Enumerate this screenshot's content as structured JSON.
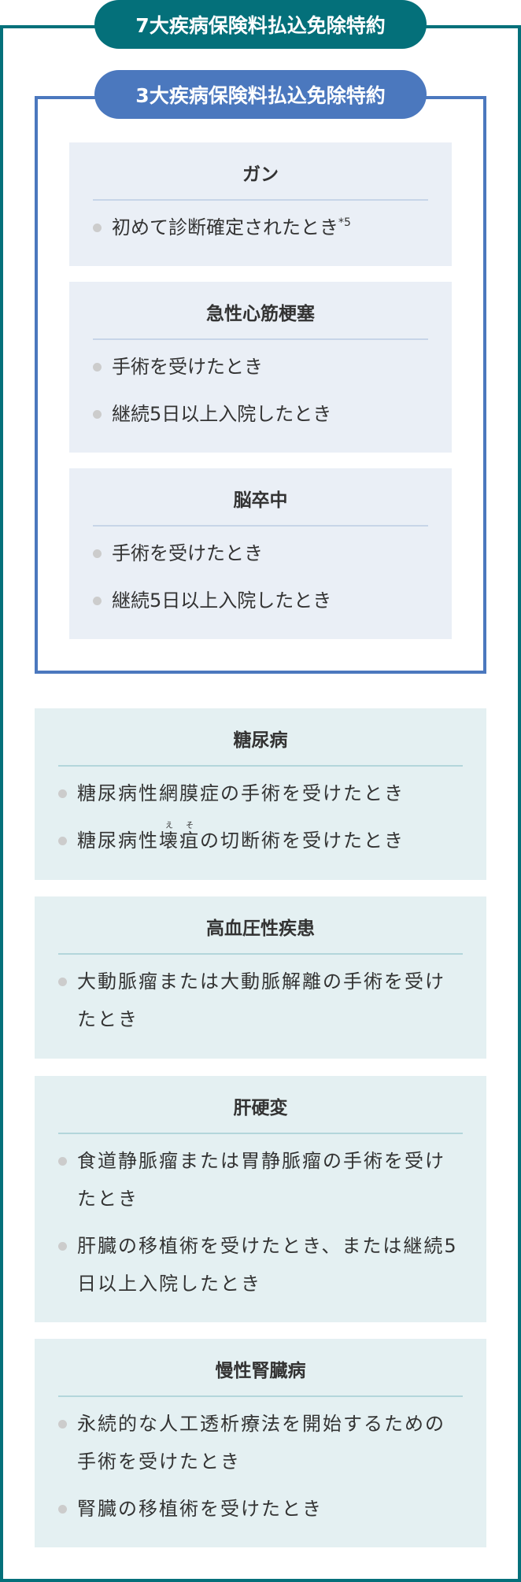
{
  "outer_section": {
    "title": "7大疾病保険料払込免除特約",
    "color": "#04707a"
  },
  "inner_section": {
    "title": "3大疾病保険料払込免除特約",
    "color": "#4b78be",
    "cards": [
      {
        "title": "ガン",
        "items": [
          {
            "text": "初めて診断確定されたとき",
            "superscript": "*5"
          }
        ]
      },
      {
        "title": "急性心筋梗塞",
        "items": [
          {
            "text": "手術を受けたとき"
          },
          {
            "text": "継続5日以上入院したとき"
          }
        ]
      },
      {
        "title": "脳卒中",
        "items": [
          {
            "text": "手術を受けたとき"
          },
          {
            "text": "継続5日以上入院したとき"
          }
        ]
      }
    ]
  },
  "additional_cards": [
    {
      "title": "糖尿病",
      "items": [
        {
          "text": "糖尿病性網膜症の手術を受けたとき"
        },
        {
          "prefix": "糖尿病性",
          "ruby": [
            {
              "base": "壊",
              "rt": "え"
            },
            {
              "base": "疽",
              "rt": "そ"
            }
          ],
          "suffix": "の切断術を受けたとき"
        }
      ]
    },
    {
      "title": "高血圧性疾患",
      "items": [
        {
          "text": "大動脈瘤または大動脈解離の手術を受けたとき"
        }
      ]
    },
    {
      "title": "肝硬変",
      "items": [
        {
          "text": "食道静脈瘤または胃静脈瘤の手術を受けたとき"
        },
        {
          "text": "肝臓の移植術を受けたとき、または継続5日以上入院したとき"
        }
      ]
    },
    {
      "title": "慢性腎臓病",
      "items": [
        {
          "text": "永続的な人工透析療法を開始するための手術を受けたとき"
        },
        {
          "text": "腎臓の移植術を受けたとき"
        }
      ]
    }
  ],
  "colors": {
    "teal": "#04707a",
    "blue": "#4b78be",
    "card_blue_bg": "#eaeff6",
    "card_teal_bg": "#e4f0f2",
    "bullet": "#cccccc",
    "text": "#333333"
  }
}
